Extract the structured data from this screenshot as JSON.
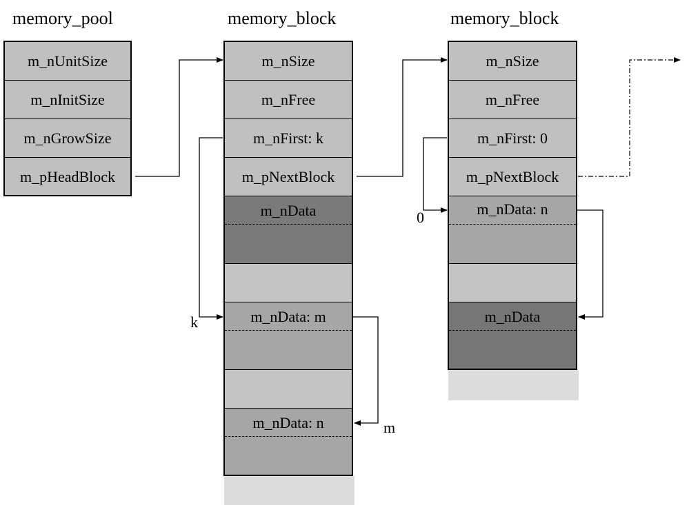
{
  "titles": {
    "pool": "memory_pool",
    "block1": "memory_block",
    "block2": "memory_block"
  },
  "pool": {
    "unit_size": "m_nUnitSize",
    "init_size": "m_nInitSize",
    "grow_size": "m_nGrowSize",
    "head_block": "m_pHeadBlock"
  },
  "block1": {
    "size": "m_nSize",
    "free": "m_nFree",
    "first": "m_nFirst: k",
    "next": "m_pNextBlock",
    "data_a": "m_nData",
    "data_k": "m_nData: m",
    "data_m": "m_nData: n"
  },
  "block2": {
    "size": "m_nSize",
    "free": "m_nFree",
    "first": "m_nFirst: 0",
    "next": "m_pNextBlock",
    "data_0": "m_nData: n",
    "data_n": "m_nData"
  },
  "markers": {
    "k": "k",
    "m": "m",
    "zero": "0"
  },
  "colors": {
    "light": "#c0c0c0",
    "dark": "#7a7a7a",
    "mid": "#a6a6a6",
    "pale": "#dcdcdc"
  }
}
